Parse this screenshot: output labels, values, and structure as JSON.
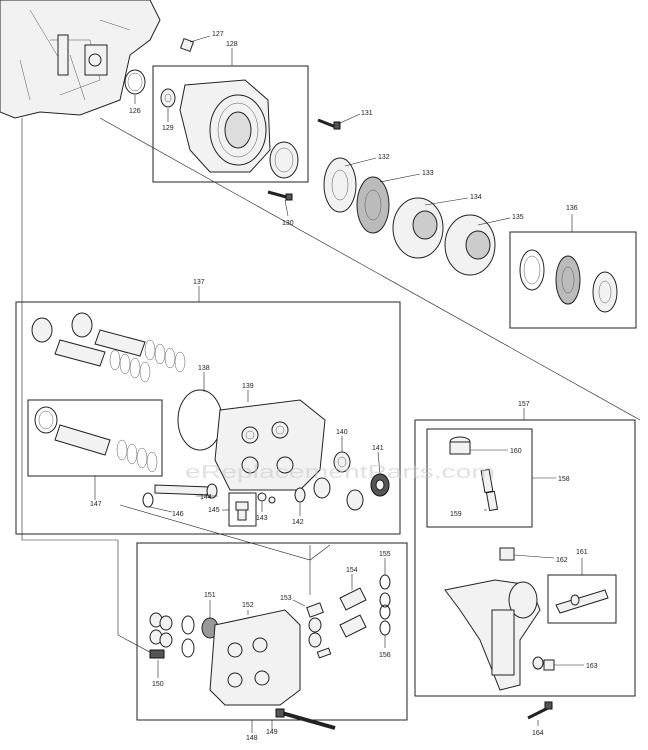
{
  "diagram": {
    "watermark": "eReplacementParts.com",
    "callouts": {
      "p126": "126",
      "p127": "127",
      "p128": "128",
      "p129": "129",
      "p130": "130",
      "p131": "131",
      "p132": "132",
      "p133": "133",
      "p134": "134",
      "p135": "135",
      "p136": "136",
      "p137": "137",
      "p138": "138",
      "p139": "139",
      "p140": "140",
      "p141": "141",
      "p142": "142",
      "p143": "143",
      "p144": "144",
      "p145": "145",
      "p146": "146",
      "p147": "147",
      "p148": "148",
      "p149": "149",
      "p150": "150",
      "p151": "151",
      "p152": "152",
      "p153": "153",
      "p154": "154",
      "p155": "155",
      "p156": "156",
      "p157": "157",
      "p158": "158",
      "p159": "159",
      "p160": "160",
      "p161": "161",
      "p162": "162",
      "p163": "163",
      "p164": "164"
    }
  }
}
